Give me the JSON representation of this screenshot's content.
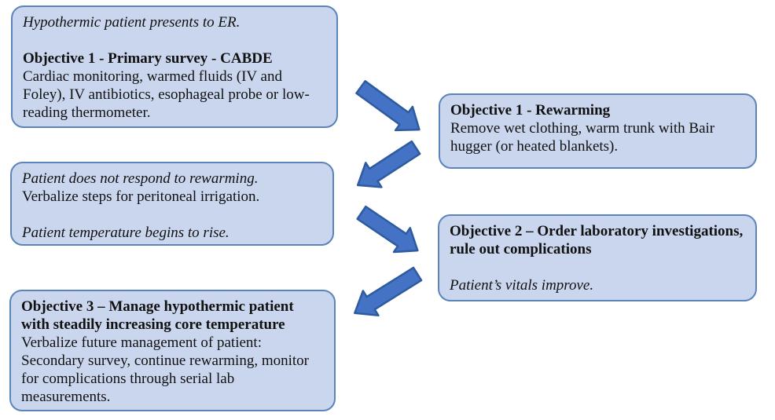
{
  "colors": {
    "background": "#ffffff",
    "box_fill": "#c9d6ee",
    "box_border": "#5b84b8",
    "arrow_fill": "#4472c4",
    "arrow_border": "#2e5b9f",
    "text": "#111111"
  },
  "boxes": [
    {
      "name": "primary-survey",
      "lines": [
        "Hypothermic patient presents to ER.",
        "",
        "Objective 1 - Primary survey - CABDE",
        "Cardiac monitoring, warmed fluids (IV and Foley), IV antibiotics, esophageal probe or low-reading thermometer."
      ]
    },
    {
      "name": "rewarming",
      "lines": [
        "Objective 1 - Rewarming",
        "Remove wet clothing, warm trunk with Bair hugger (or heated blankets)."
      ]
    },
    {
      "name": "peritoneal-irrigation",
      "lines": [
        "Patient does not respond to rewarming.",
        "Verbalize steps for peritoneal irrigation.",
        "",
        "Patient temperature begins to rise."
      ]
    },
    {
      "name": "lab-investigations",
      "lines": [
        "Objective 2 – Order laboratory investigations, rule out complications",
        "",
        "Patient’s vitals improve."
      ]
    },
    {
      "name": "ongoing-management",
      "lines": [
        "Objective 3 – Manage hypothermic patient with steadily increasing core temperature",
        "Verbalize future management of patient: Secondary survey, continue rewarming, monitor for complications through serial lab measurements."
      ]
    }
  ],
  "arrows": [
    {
      "name": "arrow-1",
      "direction": "down-right"
    },
    {
      "name": "arrow-2",
      "direction": "down-left"
    },
    {
      "name": "arrow-3",
      "direction": "down-right"
    },
    {
      "name": "arrow-4",
      "direction": "down-left"
    }
  ]
}
